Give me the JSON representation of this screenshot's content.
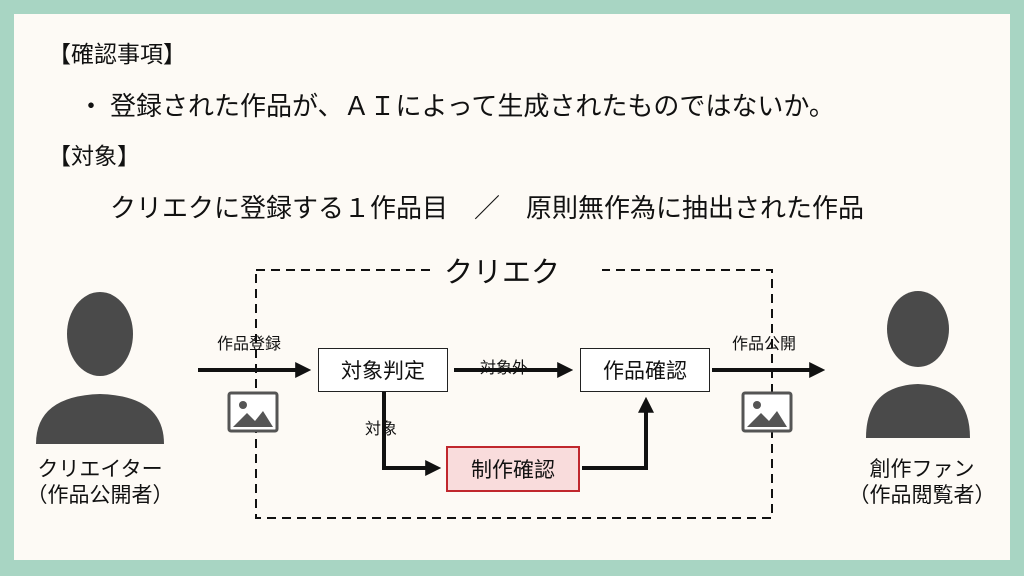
{
  "check_heading": "【確認事項】",
  "check_bullet_mark": "・",
  "check_item": "登録された作品が、ＡＩによって生成されたものではないか。",
  "target_heading": "【対象】",
  "target_text": "クリエクに登録する１作品目　／　原則無作為に抽出された作品",
  "diagram": {
    "frame_label": "クリエク",
    "boxes": {
      "target_judgment": "対象判定",
      "work_check": "作品確認",
      "production_check": "制作確認"
    },
    "edges": {
      "work_registration": "作品登録",
      "out_of_scope": "対象外",
      "in_scope": "対象",
      "work_publication": "作品公開"
    },
    "actors": {
      "creator_line1": "クリエイター",
      "creator_line2": "（作品公開者）",
      "fan_line1": "創作ファン",
      "fan_line2": "（作品閲覧者）"
    }
  }
}
